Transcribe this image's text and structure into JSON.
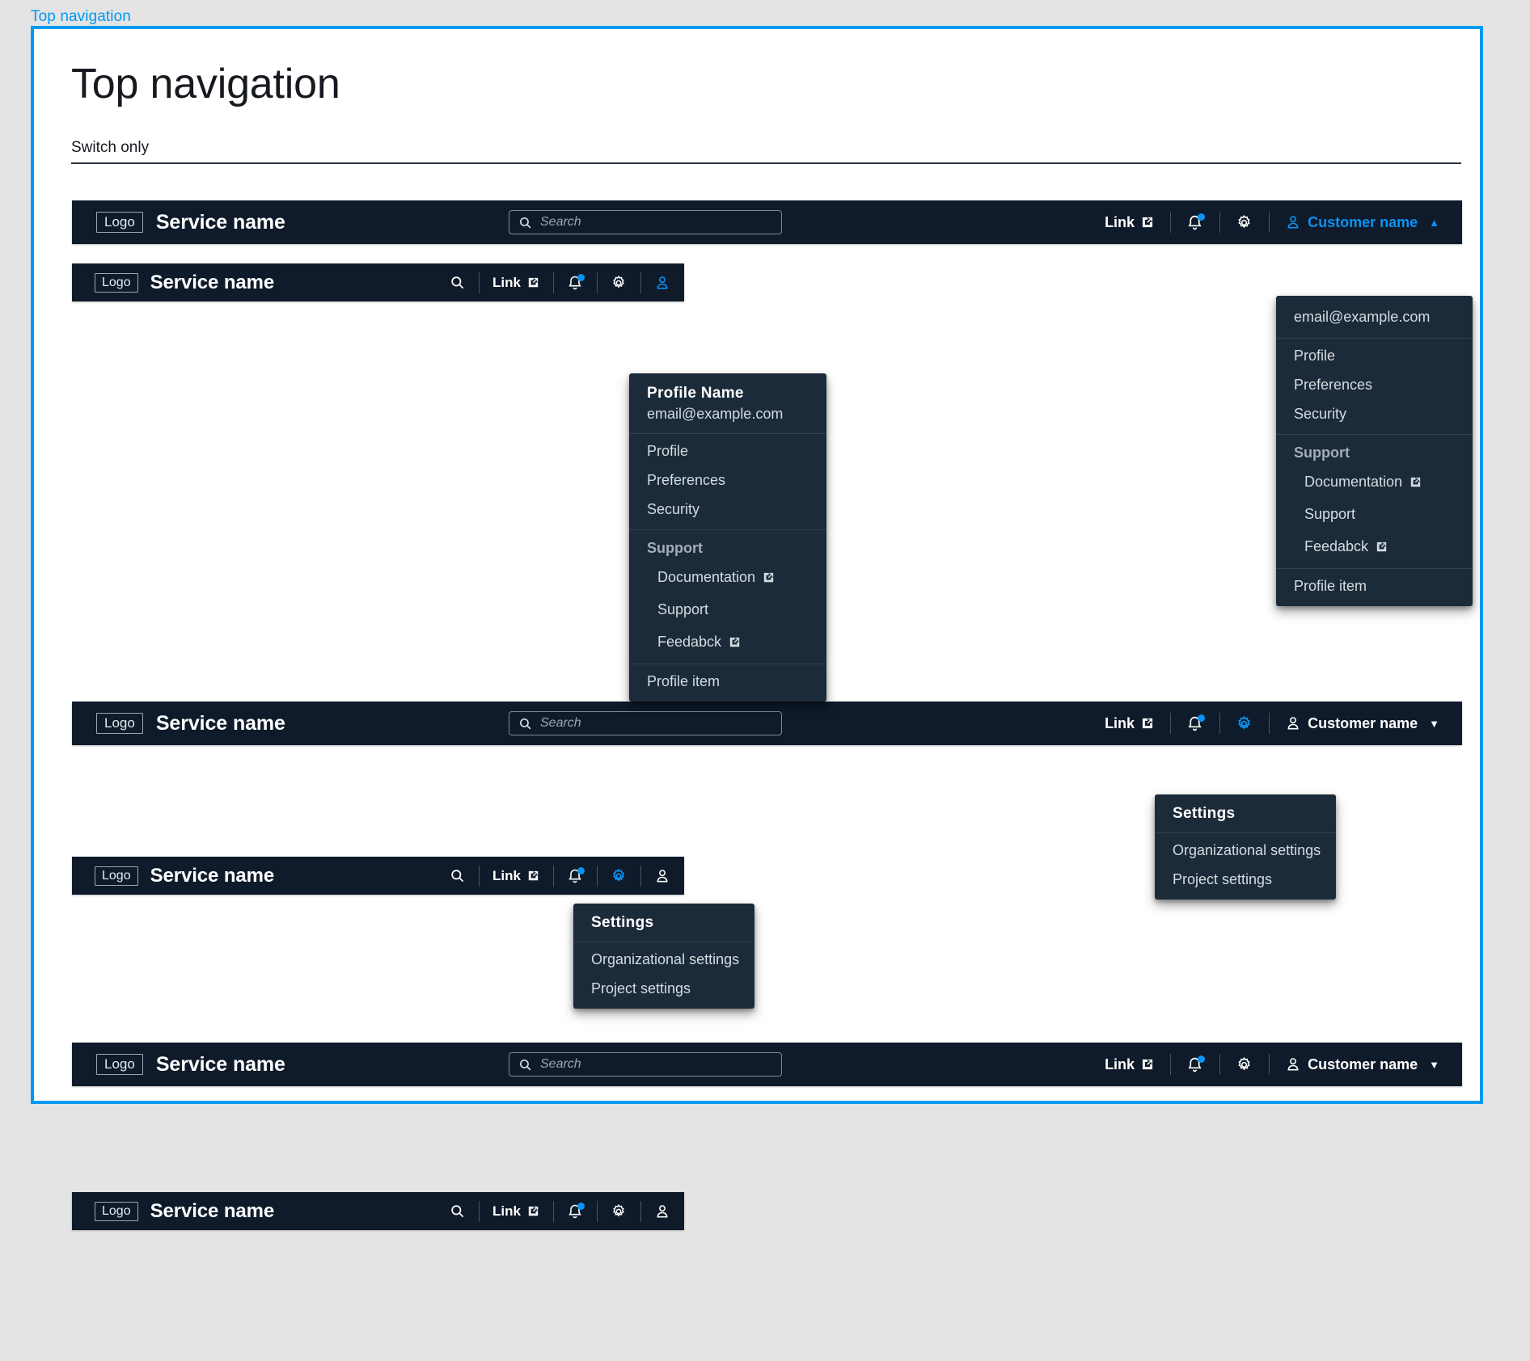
{
  "frame": {
    "label": "Top navigation"
  },
  "page": {
    "title": "Top navigation",
    "section_label": "Switch only"
  },
  "colors": {
    "accent": "#0c92f2",
    "frame_border": "#0099f2",
    "nav_background": "#0f1b2a",
    "menu_background": "#1c2b3a",
    "page_background": "#e4e4e4"
  },
  "common": {
    "logo_label": "Logo",
    "service_name": "Service name",
    "link_label": "Link",
    "search_placeholder": "Search",
    "customer_name": "Customer name",
    "caret_up": "▲",
    "caret_down": "▼",
    "icons": {
      "search": "search-icon",
      "external": "external-link-icon",
      "bell": "notification-bell-icon",
      "gear": "settings-gear-icon",
      "user": "user-profile-icon"
    }
  },
  "profile_menu": {
    "name": "Profile  Name",
    "email": "email@example.com",
    "items": [
      "Profile",
      "Preferences",
      "Security"
    ],
    "support_label": "Support",
    "support_items": [
      {
        "label": "Documentation",
        "external": true
      },
      {
        "label": "Support",
        "external": false
      },
      {
        "label": "Feedabck",
        "external": true
      }
    ],
    "footer_item": "Profile item"
  },
  "settings_menu": {
    "title": "Settings",
    "items": [
      "Organizational settings",
      "Project settings"
    ]
  },
  "navbars": [
    {
      "id": "nav-1",
      "variant": "wide",
      "has_search_field": true,
      "active": "user"
    },
    {
      "id": "nav-2",
      "variant": "narrow",
      "has_search_field": false,
      "active": "user"
    },
    {
      "id": "nav-3",
      "variant": "wide",
      "has_search_field": true,
      "active": "gear"
    },
    {
      "id": "nav-4",
      "variant": "narrow",
      "has_search_field": false,
      "active": "gear"
    },
    {
      "id": "nav-5",
      "variant": "wide",
      "has_search_field": true,
      "active": "none"
    },
    {
      "id": "nav-6",
      "variant": "narrow",
      "has_search_field": false,
      "active": "none"
    }
  ]
}
